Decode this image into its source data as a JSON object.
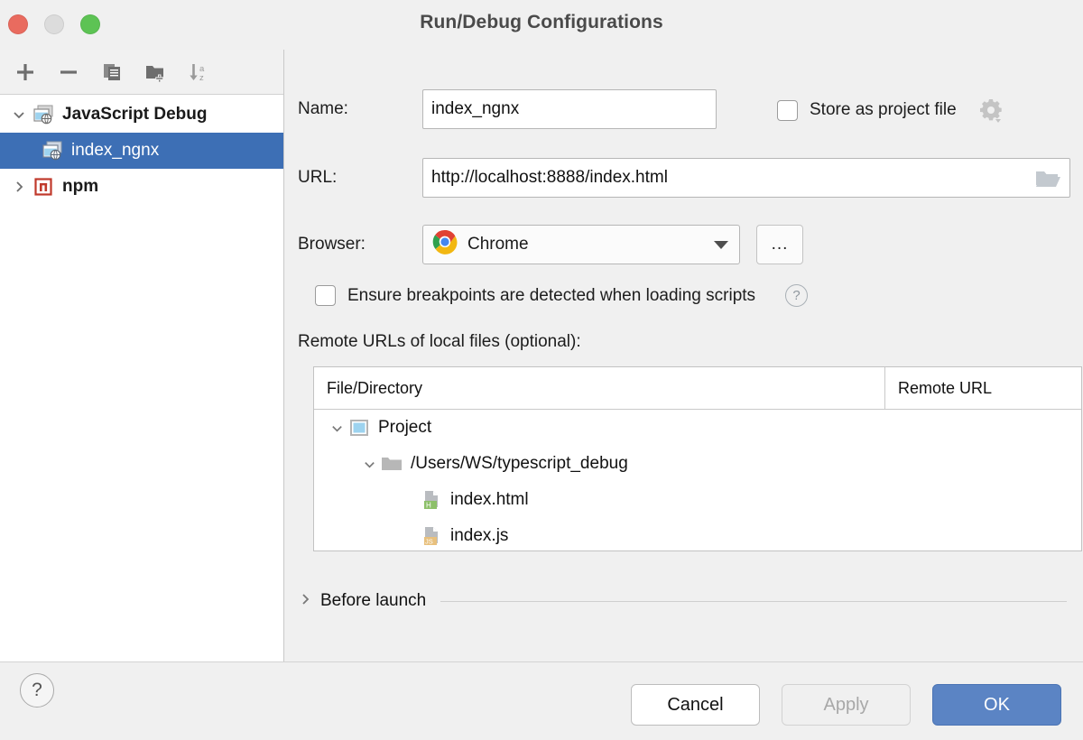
{
  "window": {
    "title": "Run/Debug Configurations",
    "traffic_lights": [
      "close-red",
      "minimize-amber",
      "zoom-green"
    ]
  },
  "sidebar": {
    "toolbar": [
      {
        "name": "add-configuration",
        "icon": "plus-icon"
      },
      {
        "name": "remove-configuration",
        "icon": "minus-icon"
      },
      {
        "name": "copy-configuration",
        "icon": "copy-icon"
      },
      {
        "name": "new-folder",
        "icon": "new-folder-icon"
      },
      {
        "name": "sort-alphabetically",
        "icon": "sort-az-icon"
      }
    ],
    "tree": [
      {
        "label": "JavaScript Debug",
        "level": 0,
        "expanded": true,
        "twisty": "v",
        "icon": "javascript-debug-icon",
        "selected": false
      },
      {
        "label": "index_ngnx",
        "level": 1,
        "expanded": false,
        "twisty": "",
        "icon": "javascript-debug-icon",
        "selected": true
      },
      {
        "label": "npm",
        "level": 0,
        "expanded": false,
        "twisty": ">",
        "icon": "npm-icon",
        "selected": false
      }
    ]
  },
  "form": {
    "name_label": "Name:",
    "name_value": "index_ngnx",
    "store_as_project_file_label": "Store as project file",
    "store_as_project_file_checked": false,
    "gear_icon": "gear-icon",
    "url_label": "URL:",
    "url_value": "http://localhost:8888/index.html",
    "url_browse_icon": "folder-icon",
    "browser_label": "Browser:",
    "browser_value": "Chrome",
    "browser_icon": "chrome-icon",
    "browser_more_label": "...",
    "ensure_breakpoints_label": "Ensure breakpoints are detected when loading scripts",
    "ensure_breakpoints_checked": false,
    "ensure_help_icon": "help-icon",
    "remote_urls_label": "Remote URLs of local files (optional):",
    "table": {
      "columns": [
        "File/Directory",
        "Remote URL"
      ],
      "rows": [
        {
          "label": "Project",
          "level": 0,
          "twisty": "v",
          "icon": "project-icon",
          "remote_url": ""
        },
        {
          "label": "/Users/WS/typescript_debug",
          "level": 1,
          "twisty": "v",
          "icon": "folder-icon",
          "remote_url": ""
        },
        {
          "label": "index.html",
          "level": 2,
          "twisty": "",
          "icon": "html-file-icon",
          "remote_url": ""
        },
        {
          "label": "index.js",
          "level": 2,
          "twisty": "",
          "icon": "js-file-icon",
          "remote_url": ""
        }
      ]
    },
    "before_launch_label": "Before launch",
    "before_launch_expanded": false
  },
  "footer": {
    "help_label": "?",
    "cancel_label": "Cancel",
    "apply_label": "Apply",
    "apply_enabled": false,
    "ok_label": "OK"
  },
  "colors": {
    "selection_blue": "#3d6fb5",
    "ok_button_blue": "#5b84c4",
    "close_red": "#e96b5f",
    "zoom_green": "#5dc354",
    "minimize_grey": "#dcdcdc",
    "html_badge_green": "#8dc06a",
    "js_badge_orange": "#e8c07d",
    "npm_red": "#c0392b",
    "window_bg": "#f0f0f0",
    "panel_white": "#ffffff"
  }
}
